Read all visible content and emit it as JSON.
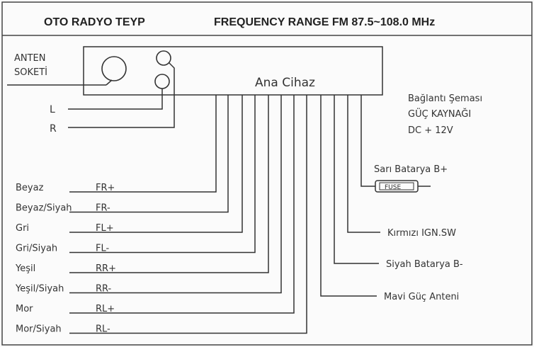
{
  "header": {
    "left": "OTO RADYO TEYP",
    "right": "FREQUENCY RANGE FM 87.5~108.0 MHz"
  },
  "main_unit": {
    "label": "Ana Cihaz"
  },
  "antenna_socket": {
    "line1": "ANTEN",
    "line2": "SOKETİ"
  },
  "rca": {
    "left": "L",
    "right": "R"
  },
  "power_info": {
    "line1": "Bağlantı Şeması",
    "line2": "GÜÇ KAYNAĞI",
    "line3": "DC + 12V"
  },
  "fuse": {
    "label": "FUSE"
  },
  "speaker_wires": [
    {
      "color": "Beyaz",
      "code": "FR+"
    },
    {
      "color": "Beyaz/Siyah",
      "code": "FR-"
    },
    {
      "color": "Gri",
      "code": "FL+"
    },
    {
      "color": "Gri/Siyah",
      "code": "FL-"
    },
    {
      "color": "Yeşil",
      "code": "RR+"
    },
    {
      "color": "Yeşil/Siyah",
      "code": "RR-"
    },
    {
      "color": "Mor",
      "code": "RL+"
    },
    {
      "color": "Mor/Siyah",
      "code": "RL-"
    }
  ],
  "power_wires": [
    {
      "label": "Sarı Batarya B+"
    },
    {
      "label": "Kırmızı IGN.SW"
    },
    {
      "label": "Siyah Batarya B-"
    },
    {
      "label": "Mavi Güç Anteni"
    }
  ]
}
